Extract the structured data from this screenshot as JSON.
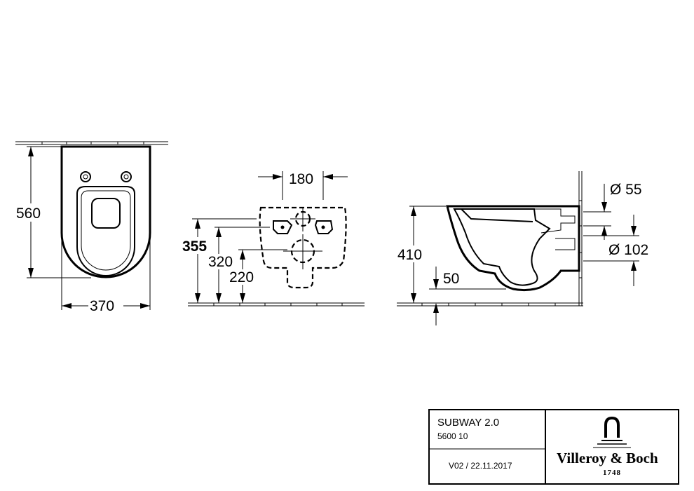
{
  "dimensions": {
    "front_width": "370",
    "front_height": "560",
    "fixing_spacing": "180",
    "height_355": "355",
    "height_320": "320",
    "height_220": "220",
    "side_height": "410",
    "side_50": "50",
    "diameter_55": "Ø 55",
    "diameter_102": "Ø 102"
  },
  "title_block": {
    "product_name": "SUBWAY 2.0",
    "article_number": "5600 10",
    "version": "V02 / 22.11.2017",
    "brand_name": "Villeroy & Boch",
    "brand_year": "1748",
    "logo_icon": "faucet-logo-icon"
  }
}
